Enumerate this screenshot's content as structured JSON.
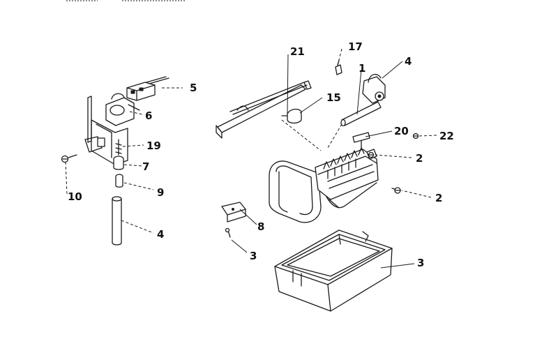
{
  "labels": {
    "l5": "5",
    "l6": "6",
    "l19": "19",
    "l7": "7",
    "l9": "9",
    "l10": "10",
    "l4a": "4",
    "l21": "21",
    "l17": "17",
    "l1": "1",
    "l4b": "4",
    "l15": "15",
    "l20": "20",
    "l22": "22",
    "l2a": "2",
    "l2b": "2",
    "l8": "8",
    "l3a": "3",
    "l3b": "3"
  }
}
